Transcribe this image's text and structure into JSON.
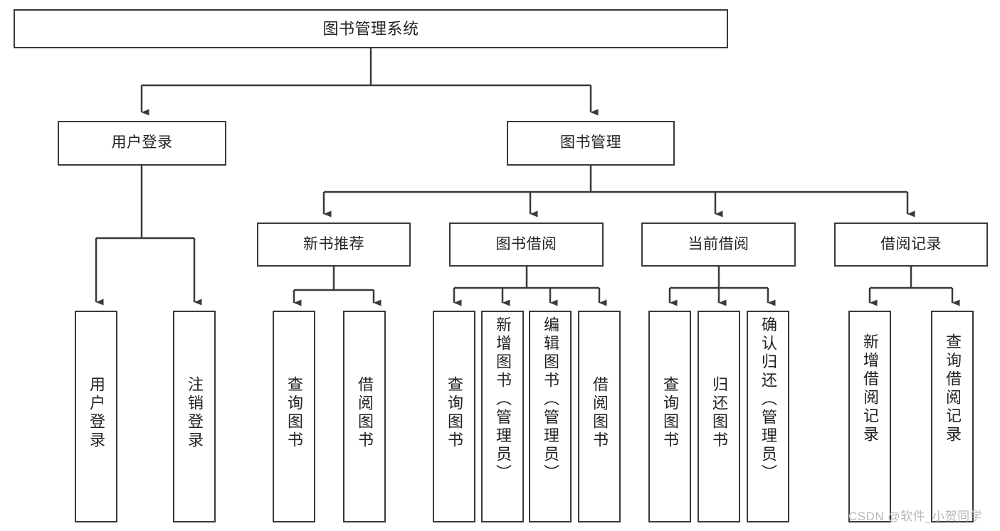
{
  "diagram": {
    "title": "图书管理系统",
    "type": "tree-hierarchy-diagram",
    "root": {
      "id": "root",
      "label": "图书管理系统"
    },
    "level1": [
      {
        "id": "user-login",
        "label": "用户登录"
      },
      {
        "id": "book-manage",
        "label": "图书管理"
      }
    ],
    "level2": [
      {
        "id": "new-book-rec",
        "label": "新书推荐",
        "parent": "book-manage"
      },
      {
        "id": "book-borrow",
        "label": "图书借阅",
        "parent": "book-manage"
      },
      {
        "id": "current-borrow",
        "label": "当前借阅",
        "parent": "book-manage"
      },
      {
        "id": "borrow-record",
        "label": "借阅记录",
        "parent": "book-manage"
      }
    ],
    "leaves": [
      {
        "id": "leaf-user-login",
        "label": "用户登录",
        "parent": "user-login"
      },
      {
        "id": "leaf-logout-login",
        "label": "注销登录",
        "parent": "user-login"
      },
      {
        "id": "leaf-query-book-1",
        "label": "查询图书",
        "parent": "new-book-rec"
      },
      {
        "id": "leaf-borrow-book-1",
        "label": "借阅图书",
        "parent": "new-book-rec"
      },
      {
        "id": "leaf-query-book-2",
        "label": "查询图书",
        "parent": "book-borrow"
      },
      {
        "id": "leaf-add-book",
        "label": "新增图书（管理员）",
        "parent": "book-borrow"
      },
      {
        "id": "leaf-edit-book",
        "label": "编辑图书（管理员）",
        "parent": "book-borrow"
      },
      {
        "id": "leaf-borrow-book-2",
        "label": "借阅图书",
        "parent": "book-borrow"
      },
      {
        "id": "leaf-query-book-3",
        "label": "查询图书",
        "parent": "current-borrow"
      },
      {
        "id": "leaf-return-book",
        "label": "归还图书",
        "parent": "current-borrow"
      },
      {
        "id": "leaf-confirm-return",
        "label": "确认归还（管理员）",
        "parent": "current-borrow"
      },
      {
        "id": "leaf-add-record",
        "label": "新增借阅记录",
        "parent": "borrow-record"
      },
      {
        "id": "leaf-query-record",
        "label": "查询借阅记录",
        "parent": "borrow-record"
      }
    ],
    "colors": {
      "stroke": "#3a3a3a",
      "text": "#222222",
      "background": "#ffffff",
      "watermark": "#b9b9b9"
    }
  },
  "watermark": {
    "text": "CSDN @软件_小贺同学"
  }
}
